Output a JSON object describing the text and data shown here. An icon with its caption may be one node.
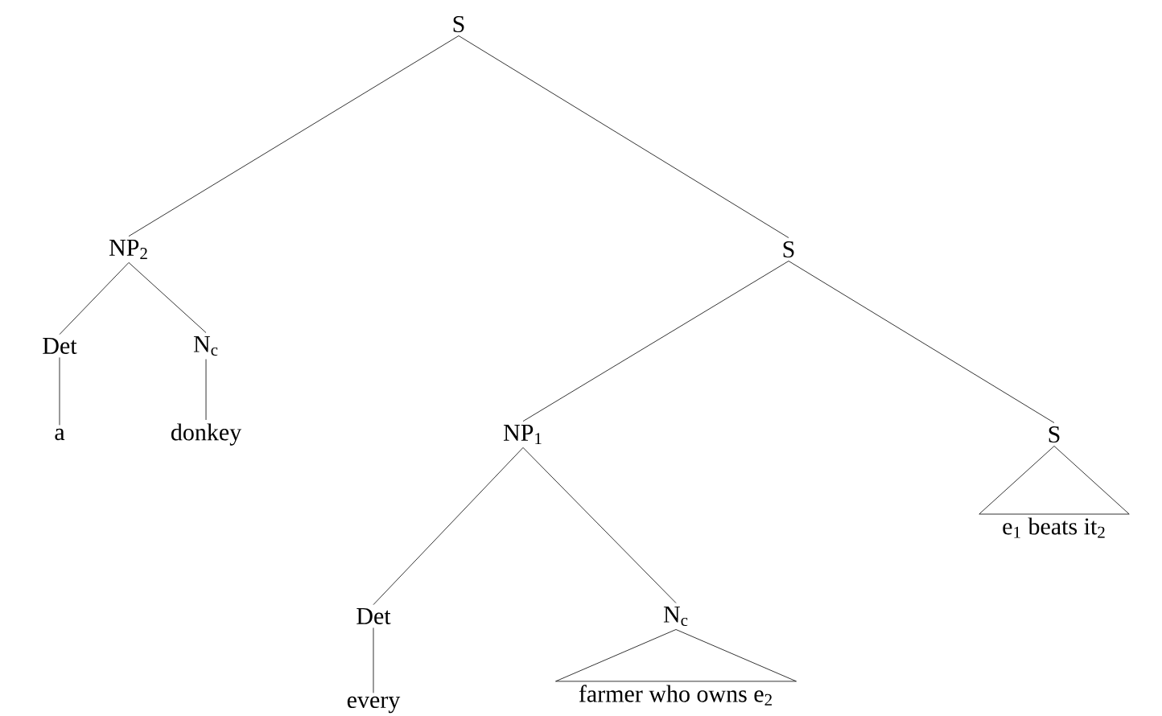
{
  "diagram": {
    "nodes": [
      {
        "text": [
          "S"
        ]
      },
      {
        "text": [
          "NP$_{2}$"
        ]
      },
      {
        "text": [
          "S"
        ]
      },
      {
        "text": [
          "Det"
        ]
      },
      {
        "text": [
          "N$_{c}$"
        ]
      },
      {
        "text": [
          "a"
        ]
      },
      {
        "text": [
          "donkey"
        ]
      },
      {
        "text": [
          "NP$_{1}$"
        ]
      },
      {
        "text": [
          "S"
        ]
      },
      {
        "text": [
          "e$_{1}$ beats it$_{2}$"
        ]
      },
      {
        "text": [
          "Det"
        ]
      },
      {
        "text": [
          "N$_{c}$"
        ]
      },
      {
        "text": [
          "every"
        ]
      },
      {
        "text": [
          "farmer who owns e$_{2}$"
        ]
      }
    ],
    "edges": [
      {
        "from": 0,
        "to": 1,
        "arrow": "none"
      },
      {
        "from": 0,
        "to": 2,
        "arrow": "none"
      },
      {
        "from": 1,
        "to": 3,
        "arrow": "none"
      },
      {
        "from": 1,
        "to": 4,
        "arrow": "none"
      },
      {
        "from": 3,
        "to": 5,
        "arrow": "none"
      },
      {
        "from": 4,
        "to": 6,
        "arrow": "none"
      },
      {
        "from": 2,
        "to": 7,
        "arrow": "none"
      },
      {
        "from": 2,
        "to": 8,
        "arrow": "none"
      },
      {
        "from": 8,
        "to": 9,
        "arrow": "none"
      },
      {
        "from": 7,
        "to": 10,
        "arrow": "none"
      },
      {
        "from": 7,
        "to": 11,
        "arrow": "none"
      },
      {
        "from": 10,
        "to": 12,
        "arrow": "none"
      },
      {
        "from": 11,
        "to": 13,
        "arrow": "none"
      }
    ]
  }
}
